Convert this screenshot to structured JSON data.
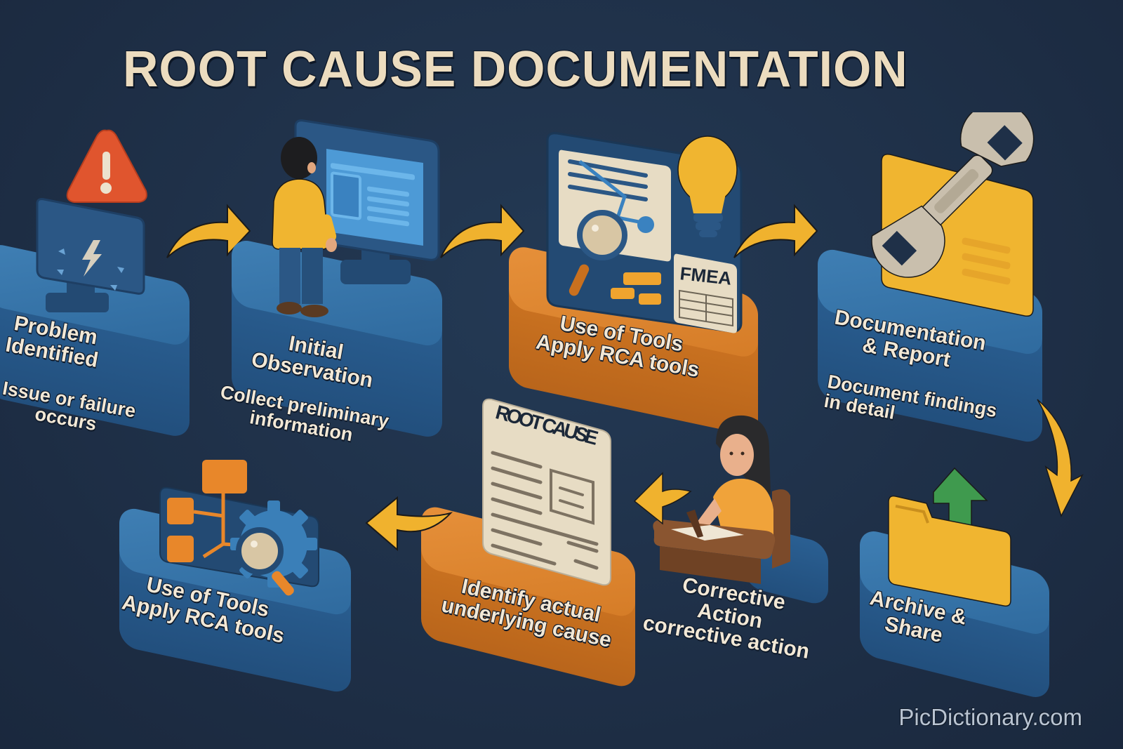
{
  "header": {
    "title": "ROOT CAUSE DOCUMENTATION"
  },
  "steps": [
    {
      "id": "problem-identified",
      "title": "Problem Identified",
      "title_lines": [
        "Problem",
        "Identified"
      ],
      "description_lines": [
        "Issue or failure",
        "occurs"
      ],
      "icon": "warning-monitor-icon",
      "pedestal_color": "#2f6a9e"
    },
    {
      "id": "initial-observation",
      "title": "Initial Observation",
      "title_lines": [
        "Initial",
        "Observation"
      ],
      "description_lines": [
        "Collect preliminary",
        "information"
      ],
      "icon": "person-at-monitor-icon",
      "pedestal_color": "#2f6a9e"
    },
    {
      "id": "use-of-tools-top",
      "title": "Use of Tools",
      "title_lines": [
        "Use of Tools",
        "Apply RCA tools"
      ],
      "description_lines": [],
      "icon": "rca-tools-board-icon",
      "board_labels": {
        "fmea": "FMEA"
      },
      "pedestal_color": "#d57c27"
    },
    {
      "id": "documentation-report",
      "title": "Documentation & Report",
      "title_lines": [
        "Documentation",
        "& Report"
      ],
      "description_lines": [
        "Document findings",
        "in detail"
      ],
      "icon": "wrench-document-icon",
      "pedestal_color": "#2f6a9e"
    },
    {
      "id": "archive-share",
      "title": "Archive & Share",
      "title_lines": [
        "Archive &",
        "Share"
      ],
      "description_lines": [],
      "icon": "folder-upload-icon",
      "pedestal_color": "#2f6a9e"
    },
    {
      "id": "corrective-action",
      "title": "Corrective Action",
      "title_lines": [
        "Corrective",
        "Action",
        "corrective action"
      ],
      "description_lines": [],
      "icon": "person-writing-desk-icon",
      "pedestal_color": "#2f6a9e"
    },
    {
      "id": "root-cause",
      "title": "Root Cause",
      "title_lines": [
        "Identify actual",
        "underlying cause"
      ],
      "description_lines": [],
      "icon": "root-cause-document-icon",
      "doc_heading": "ROOT CAUSE",
      "pedestal_color": "#d57c27"
    },
    {
      "id": "use-of-tools-bottom",
      "title": "Use of Tools",
      "title_lines": [
        "Use of Tools",
        "Apply RCA tools"
      ],
      "description_lines": [],
      "icon": "flowchart-gear-magnifier-icon",
      "pedestal_color": "#2f6a9e"
    }
  ],
  "colors": {
    "background": "#1f3048",
    "title": "#ecdcbf",
    "arrow": "#f0b22e",
    "blue_pedestal": "#2f6a9e",
    "orange_pedestal": "#d57c27",
    "warning": "#e0552e",
    "yellow": "#f0b530",
    "green": "#3f9a4e",
    "paper": "#e7dcc4"
  },
  "watermark": "PicDictionary.com"
}
